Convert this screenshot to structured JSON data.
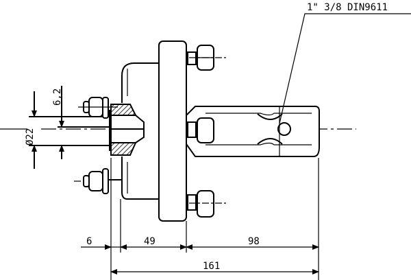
{
  "title_label": "1\" 3/8 DIN9611",
  "dimensions": {
    "keyway": "6,2",
    "shaft_diameter": "Ø22",
    "d1": "6",
    "d2": "49",
    "d3": "98",
    "total": "161"
  }
}
